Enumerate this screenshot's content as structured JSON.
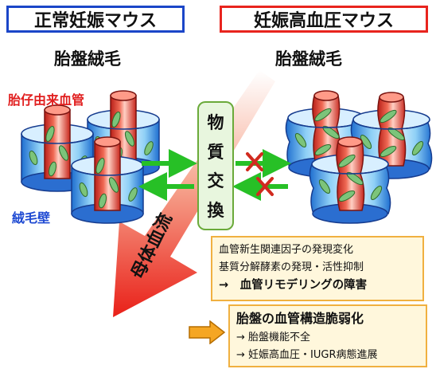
{
  "headers": {
    "normal": "正常妊娠マウス",
    "hypertensive": "妊娠高血圧マウス"
  },
  "labels": {
    "villi_left": "胎盤絨毛",
    "villi_right": "胎盤絨毛",
    "fetal_vessel": "胎仔由来血管",
    "villus_wall": "絨毛壁",
    "maternal_flow": "母体血流"
  },
  "exchange": [
    "物",
    "質",
    "交",
    "換"
  ],
  "effects": {
    "line1": "血管新生関連因子の発現変化",
    "line2": "基質分解酵素の発現・活性抑制",
    "line3": "→　血管リモデリングの障害"
  },
  "result": {
    "head": "胎盤の血管構造脆弱化",
    "line1": "→ 胎盤機能不全",
    "line2": "→ 妊娠高血圧・IUGR病態進展"
  },
  "colors": {
    "normal_border": "#1b46c8",
    "hyper_border": "#e8241e",
    "vessel": "#e23b32",
    "villus_wall": "#2c86e0",
    "arrow": "#27c026",
    "blocked": "#d12a1f",
    "box_border": "#f0b040"
  }
}
